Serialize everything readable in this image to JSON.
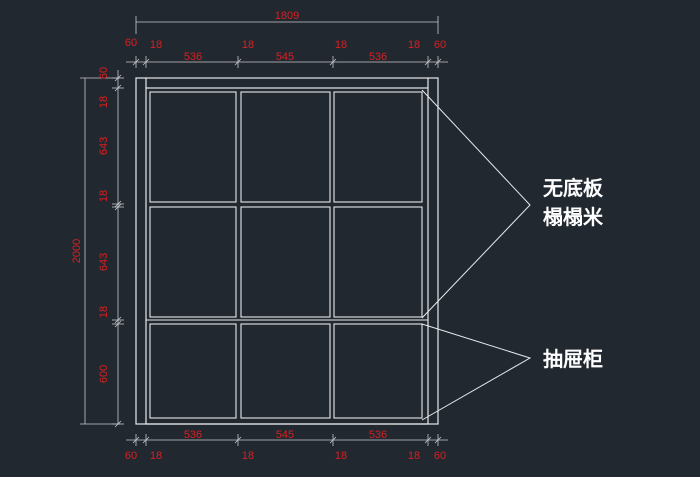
{
  "drawing": {
    "overall_width": "1809",
    "overall_height": "2000",
    "top_dims": [
      "60",
      "18",
      "536",
      "18",
      "545",
      "18",
      "536",
      "18",
      "60"
    ],
    "bottom_dims": [
      "60",
      "18",
      "536",
      "18",
      "545",
      "18",
      "536",
      "18",
      "60"
    ],
    "left_dims": [
      "60",
      "18",
      "643",
      "18",
      "643",
      "18",
      "600"
    ],
    "labels": {
      "upper_line1": "无底板",
      "upper_line2": "榻榻米",
      "lower": "抽屉柜"
    },
    "colors": {
      "background": "#212830",
      "lines": "#e8eaec",
      "dimension_text": "#d92020",
      "dimension_line": "#c8cacc"
    }
  }
}
